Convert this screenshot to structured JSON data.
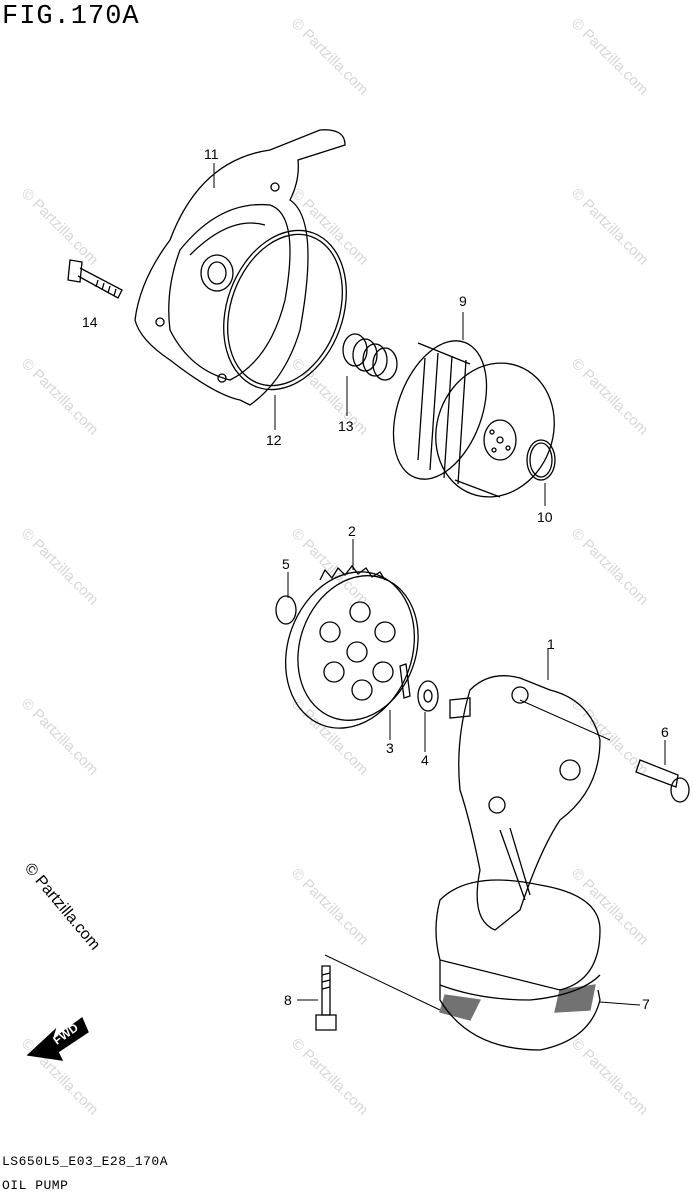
{
  "figure": {
    "title": "FIG.170A",
    "code": "LS650L5_E03_E28_170A",
    "name": "OIL PUMP"
  },
  "callouts": [
    "1",
    "2",
    "3",
    "4",
    "5",
    "6",
    "7",
    "8",
    "9",
    "10",
    "11",
    "12",
    "13",
    "14"
  ],
  "watermark": "© Partzilla.com",
  "fwd_label": "FWD",
  "colors": {
    "ink": "#000000",
    "watermark": "#d7d7d7"
  }
}
